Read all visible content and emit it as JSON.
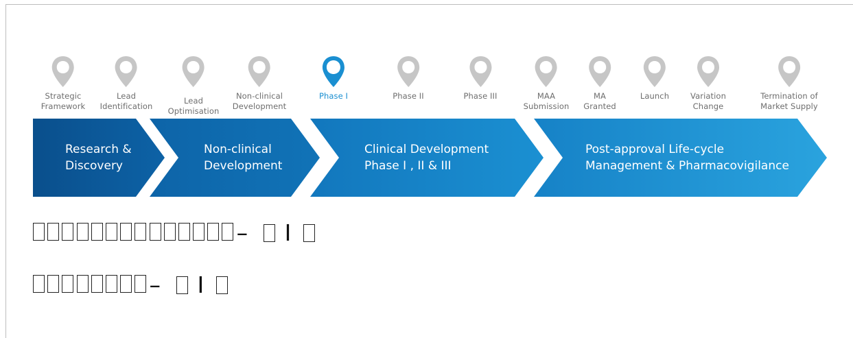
{
  "milestones": [
    {
      "label": "Strategic\nFramework",
      "active": false
    },
    {
      "label": "Lead\nIdentification",
      "active": false
    },
    {
      "label": "Lead\nOptimisation",
      "active": false
    },
    {
      "label": "Non-clinical\nDevelopment",
      "active": false
    },
    {
      "label": "Phase I",
      "active": true
    },
    {
      "label": "Phase II",
      "active": false
    },
    {
      "label": "Phase III",
      "active": false
    },
    {
      "label": "MAA\nSubmission",
      "active": false
    },
    {
      "label": "MA\nGranted",
      "active": false
    },
    {
      "label": "Launch",
      "active": false
    },
    {
      "label": "Variation\nChange",
      "active": false
    },
    {
      "label": "Termination of\nMarket Supply",
      "active": false
    }
  ],
  "stages": [
    {
      "label": "Research &\nDiscovery"
    },
    {
      "label": "Non-clinical\nDevelopment"
    },
    {
      "label": "Clinical Development\nPhase I , II & III"
    },
    {
      "label": "Post-approval Life-cycle\nManagement & Pharmacovigilance"
    }
  ],
  "colors": {
    "pin_inactive": "#c6c6c6",
    "pin_active": "#1a8fd1",
    "stage_dark": "#0a5a99",
    "stage_mid": "#137cc2",
    "stage_light": "#2aa0dc"
  },
  "lines": [
    {
      "boxes_before": 14,
      "mid": "– ",
      "mark": "I"
    },
    {
      "boxes_before": 8,
      "mid": "– ",
      "mark": "I"
    }
  ]
}
